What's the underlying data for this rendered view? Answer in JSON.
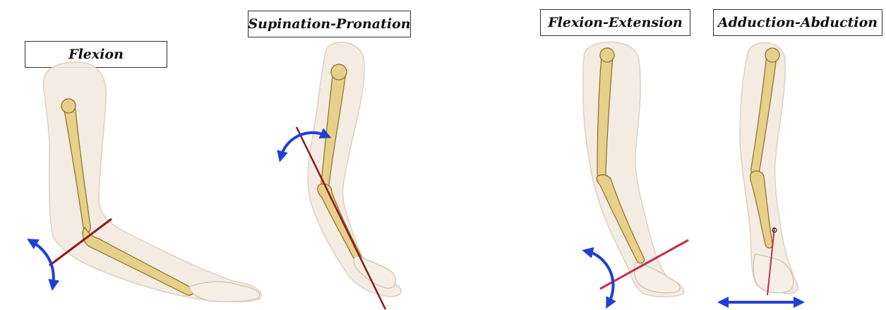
{
  "panels": [
    {
      "label": "Flexion",
      "arrow": "curved"
    },
    {
      "label": "Supination-Pronation",
      "arrow": "curved"
    },
    {
      "label": "Flexion-Extension",
      "arrow": "curved"
    },
    {
      "label": "Adduction-Abduction",
      "arrow": "double-headed"
    }
  ],
  "colors": {
    "skin": "#f3ebe0",
    "skin_edge": "#d9cdb8",
    "bone": "#e6d08a",
    "bone_edge": "#8a6d2a",
    "axis": "#8b1a1a",
    "arrow": "#1f3fd6"
  }
}
